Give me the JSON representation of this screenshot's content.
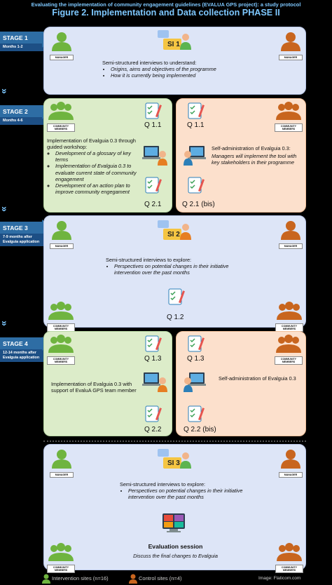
{
  "header": {
    "subtitle": "Evaluating the implementation of community engagement guidelines (EVALUA GPS project): a study protocol",
    "title": "Figure 2. Implementation and Data collection PHASE II"
  },
  "labels": {
    "manager": "MANAGER",
    "community": "COMMUNITY MEMBERS"
  },
  "colors": {
    "stage_blue": "#2e6da4",
    "panel_blue": "#dde5f7",
    "panel_green": "#dcecc9",
    "panel_orange": "#fce0cc",
    "green_person": "#6fb43f",
    "orange_person": "#c8651e"
  },
  "stages": [
    {
      "label": "STAGE 1",
      "sub": "Months 1-2"
    },
    {
      "label": "STAGE 2",
      "sub": "Months 4-6"
    },
    {
      "label": "STAGE 3",
      "sub": "7-9 months after Evalguia application"
    },
    {
      "label": "STAGE 4",
      "sub": "12-14 months after Evalguia application"
    }
  ],
  "stage1": {
    "si": "SI 1",
    "intro": "Semi-structured interviews to understand:",
    "bullets": [
      "Origins, aims and objectives of the programme",
      "How it is currently being implemented"
    ]
  },
  "stage2": {
    "intervention": {
      "q_top": "Q 1.1",
      "q_bottom": "Q 2.1",
      "intro": "Implementation of Evalguia 0.3 through guided workshop:",
      "items": [
        "Development of a glossary of key terms",
        "Implementation of Evalguia 0.3 to evaluate current state of community engagement",
        "Development of an action plan to improve community engegament"
      ]
    },
    "control": {
      "q_top": "Q 1.1",
      "q_bottom": "Q 2.1 (bis)",
      "intro": "Self-administration of Evalguia 0.3:",
      "detail": "Managers will implement the tool with key stakeholders in their programme"
    }
  },
  "stage3": {
    "si": "SI 2",
    "intro": "Semi-structured interviews to explore:",
    "bullets": [
      "Perspectives on potential changes in their initiative intervention over the past months"
    ],
    "q": "Q 1.2"
  },
  "stage4": {
    "intervention": {
      "q_top": "Q 1.3",
      "q_bottom": "Q 2.2",
      "text": "Implementation of Evalguia 0.3 with support of EvaluA GPS team member"
    },
    "control": {
      "q_top": "Q 1.3",
      "q_bottom": "Q 2.2 (bis)",
      "text": "Self-administration of Evalguia 0.3"
    }
  },
  "final": {
    "si": "SI 3",
    "intro": "Semi-structured interviews to explore:",
    "bullets": [
      "Perspectives on potential changes in their initiative intervention over the past months"
    ],
    "eval_title": "Evaluation session",
    "eval_desc": "Discuss the final changes to Evalguia"
  },
  "legend": {
    "intervention": "Intervention sites (n=16)",
    "control": "Control sites (n=4)",
    "credit": "Image: Flaticom.com"
  }
}
